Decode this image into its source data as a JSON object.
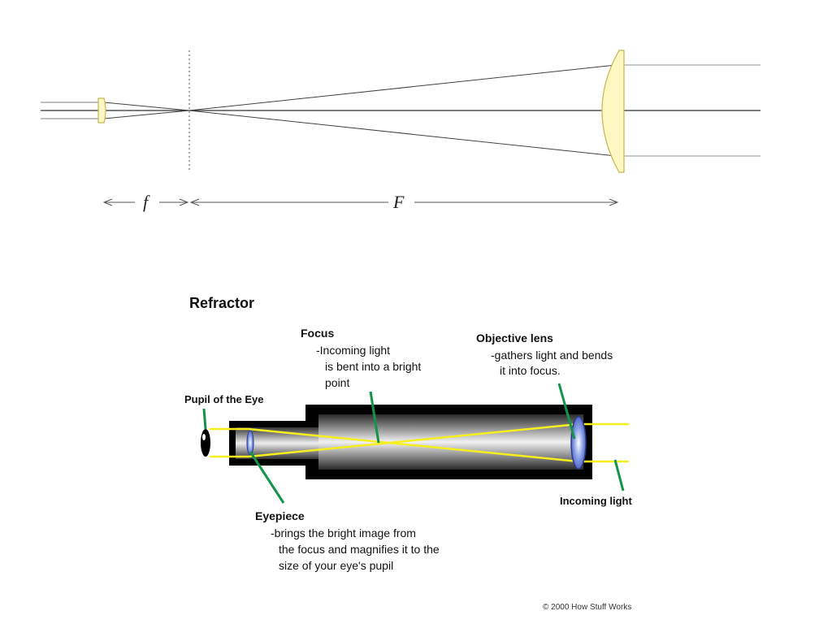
{
  "ray_diagram": {
    "eyepiece_focal_label": "f",
    "objective_focal_label": "F"
  },
  "refractor": {
    "title": "Refractor",
    "focus": {
      "label": "Focus",
      "lines": [
        "-Incoming light",
        "is bent into a bright",
        "point"
      ]
    },
    "objective": {
      "label": "Objective lens",
      "lines": [
        "-gathers light and bends",
        "it into focus."
      ]
    },
    "pupil": {
      "label": "Pupil of the Eye"
    },
    "eyepiece": {
      "label": "Eyepiece",
      "lines": [
        "-brings the bright image from",
        "the focus and magnifies it to the",
        "size of your eye's pupil"
      ]
    },
    "incoming": {
      "label": "Incoming light"
    }
  },
  "copyright": "© 2000 How Stuff Works",
  "colors": {
    "lens_fill": "#fdf7c2",
    "lens_stroke": "#c8b450",
    "ray_yellow": "#f5ef1d",
    "pointer_green": "#149447",
    "tube_black": "#000000"
  }
}
